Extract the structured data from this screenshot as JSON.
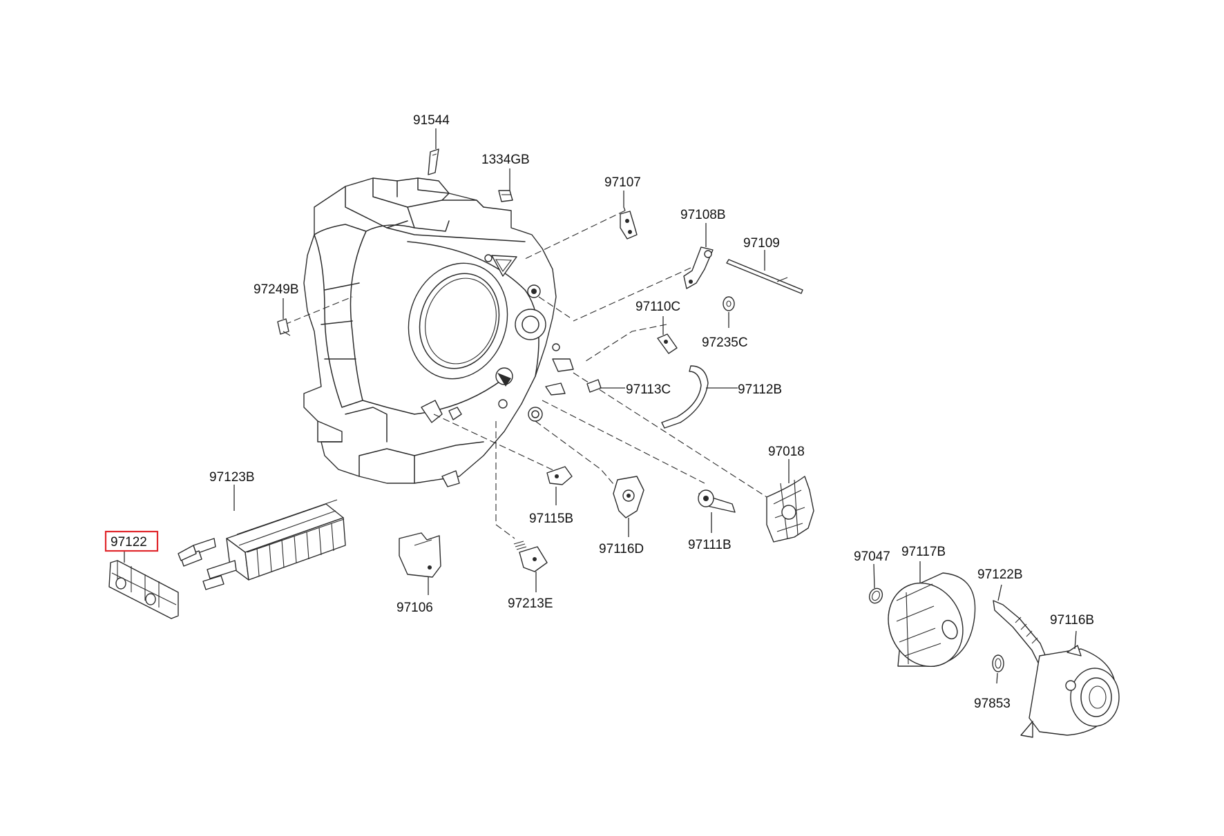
{
  "highlight_color": "#e0262b",
  "parts": {
    "p91544": "91544",
    "p1334GB": "1334GB",
    "p97107": "97107",
    "p97108B": "97108B",
    "p97109": "97109",
    "p97249B": "97249B",
    "p97110C": "97110C",
    "p97235C": "97235C",
    "p97113C": "97113C",
    "p97112B": "97112B",
    "p97018": "97018",
    "p97123B": "97123B",
    "p97122": "97122",
    "p97115B": "97115B",
    "p97116D": "97116D",
    "p97111B": "97111B",
    "p97106": "97106",
    "p97213E": "97213E",
    "p97047": "97047",
    "p97117B": "97117B",
    "p97122B": "97122B",
    "p97116B": "97116B",
    "p97853": "97853"
  }
}
